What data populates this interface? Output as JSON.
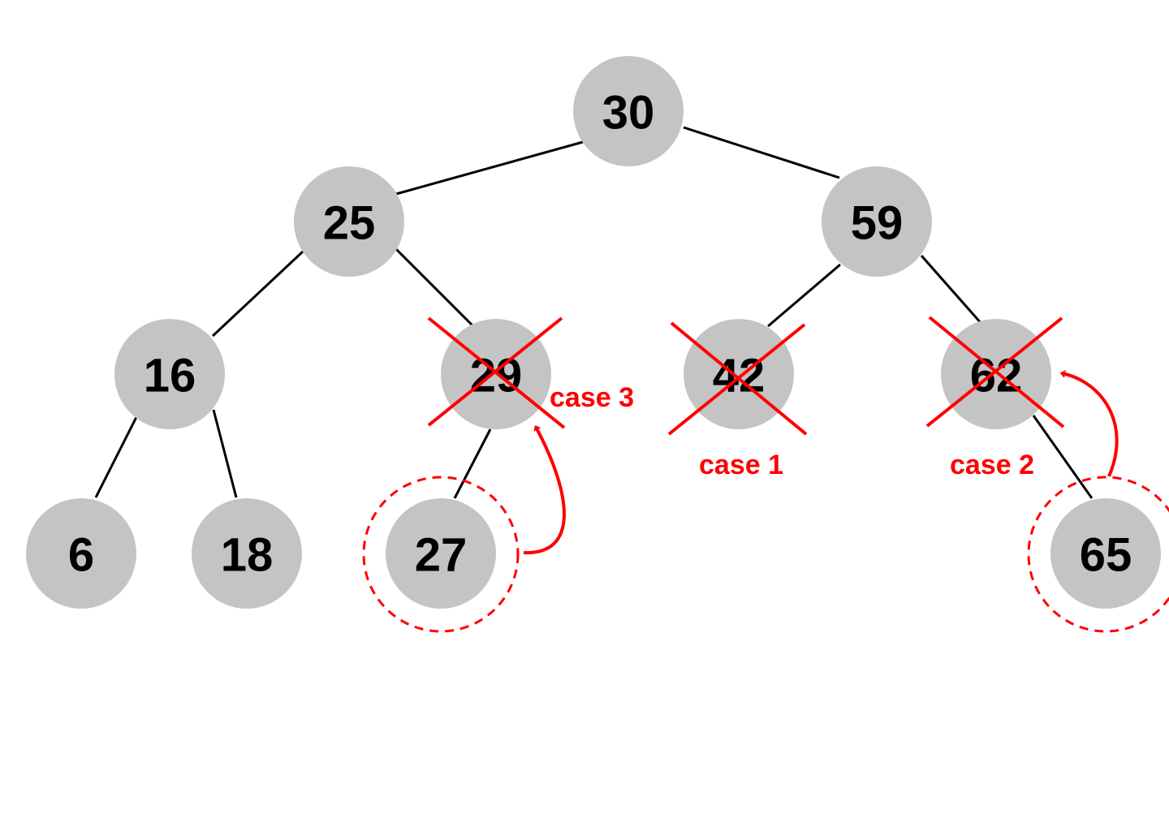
{
  "colors": {
    "node_fill": "#c4c4c4",
    "edge": "#000000",
    "annotation": "#ff0000",
    "background": "#ffffff"
  },
  "nodes": [
    {
      "id": "n30",
      "label": "30"
    },
    {
      "id": "n25",
      "label": "25"
    },
    {
      "id": "n59",
      "label": "59"
    },
    {
      "id": "n16",
      "label": "16"
    },
    {
      "id": "n29",
      "label": "29",
      "deleted": true
    },
    {
      "id": "n42",
      "label": "42",
      "deleted": true
    },
    {
      "id": "n62",
      "label": "62",
      "deleted": true
    },
    {
      "id": "n6",
      "label": "6"
    },
    {
      "id": "n18",
      "label": "18"
    },
    {
      "id": "n27",
      "label": "27",
      "highlighted": true
    },
    {
      "id": "n65",
      "label": "65",
      "highlighted": true
    }
  ],
  "edges": [
    [
      "n30",
      "n25"
    ],
    [
      "n30",
      "n59"
    ],
    [
      "n25",
      "n16"
    ],
    [
      "n25",
      "n29"
    ],
    [
      "n59",
      "n42"
    ],
    [
      "n59",
      "n62"
    ],
    [
      "n16",
      "n6"
    ],
    [
      "n16",
      "n18"
    ],
    [
      "n29",
      "n27"
    ],
    [
      "n62",
      "n65"
    ]
  ],
  "annotations": {
    "case1": "case 1",
    "case2": "case 2",
    "case3": "case 3"
  }
}
